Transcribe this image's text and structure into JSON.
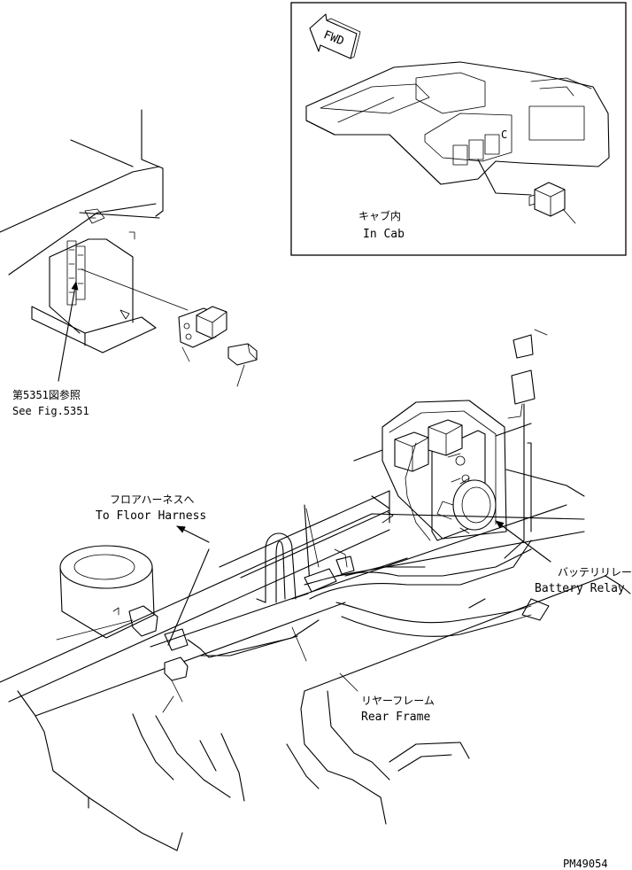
{
  "labels": {
    "in_cab_jp": "キャブ内",
    "in_cab_en": "In Cab",
    "see_fig_jp": "第5351図参照",
    "see_fig_en": "See Fig.5351",
    "floor_harness_jp": "フロアハーネスへ",
    "floor_harness_en": "To Floor Harness",
    "battery_relay_jp": "バッテリリレー",
    "battery_relay_en": "Battery Relay",
    "rear_frame_jp": "リヤーフレーム",
    "rear_frame_en": "Rear Frame",
    "fwd": "FWD",
    "panel_letter": "C",
    "drawing_number": "PM49054"
  }
}
